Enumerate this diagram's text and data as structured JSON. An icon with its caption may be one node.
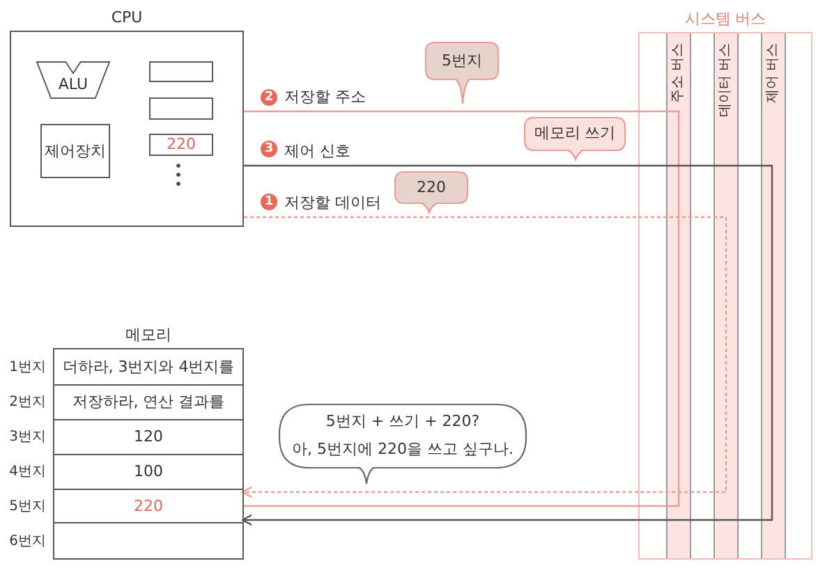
{
  "diagram": {
    "nodes": [
      {
        "text": [
          "CPU"
        ]
      },
      {
        "text": [
          "ALU"
        ],
        "in": 0
      },
      {
        "text": [
          "제어장치"
        ],
        "in": 0
      },
      {
        "text": [],
        "shape": "box",
        "in": 0
      },
      {
        "text": [],
        "shape": "box",
        "in": 0
      },
      {
        "text": [
          "220"
        ],
        "in": 0
      },
      {
        "text": [
          "시스템 버스"
        ]
      },
      {
        "text": [
          "주소 버스"
        ],
        "in": 6
      },
      {
        "text": [
          "데이터 버스"
        ],
        "in": 6
      },
      {
        "text": [
          "제어 버스"
        ],
        "in": 6
      },
      {
        "text": [
          "5번지"
        ]
      },
      {
        "text": [
          "메모리 쓰기"
        ]
      },
      {
        "text": [
          "220"
        ]
      },
      {
        "text": [
          "메모리"
        ]
      },
      {
        "text": [
          "더하라, 3번지와 4번지를"
        ],
        "in": 13,
        "beside": [
          "1번지"
        ]
      },
      {
        "text": [
          "저장하라, 연산 결과를"
        ],
        "in": 13,
        "beside": [
          "2번지"
        ]
      },
      {
        "text": [
          "120"
        ],
        "in": 13,
        "beside": [
          "3번지"
        ]
      },
      {
        "text": [
          "100"
        ],
        "in": 13,
        "beside": [
          "4번지"
        ]
      },
      {
        "text": [
          "220"
        ],
        "in": 13,
        "beside": [
          "5번지"
        ]
      },
      {
        "text": [],
        "shape": "box",
        "in": 13,
        "beside": [
          "6번지"
        ]
      },
      {
        "text": [
          "5번지 + 쓰기 + 220?",
          "아, 5번지에 220을 쓰고 싶구나."
        ]
      }
    ],
    "edges": [
      {
        "from": 0,
        "to": 6,
        "arrow": "none",
        "label": "저장할 주소",
        "color": "#ec9c94"
      },
      {
        "from": 0,
        "to": 6,
        "arrow": "none",
        "label": "제어 신호",
        "color": "#555555"
      },
      {
        "from": 0,
        "to": 6,
        "arrow": "none",
        "label": "저장할 데이터",
        "style": "dashed",
        "color": "#ec9c94"
      },
      {
        "from": 6,
        "to": 18,
        "arrow": "none",
        "color": "#ec9c94"
      },
      {
        "from": 6,
        "to": 18,
        "arrow": "to",
        "color": "#555555"
      },
      {
        "from": 6,
        "to": 18,
        "arrow": "to",
        "style": "dashed",
        "color": "#ec9c94"
      }
    ],
    "labels": [
      "2",
      "3",
      "1"
    ]
  }
}
